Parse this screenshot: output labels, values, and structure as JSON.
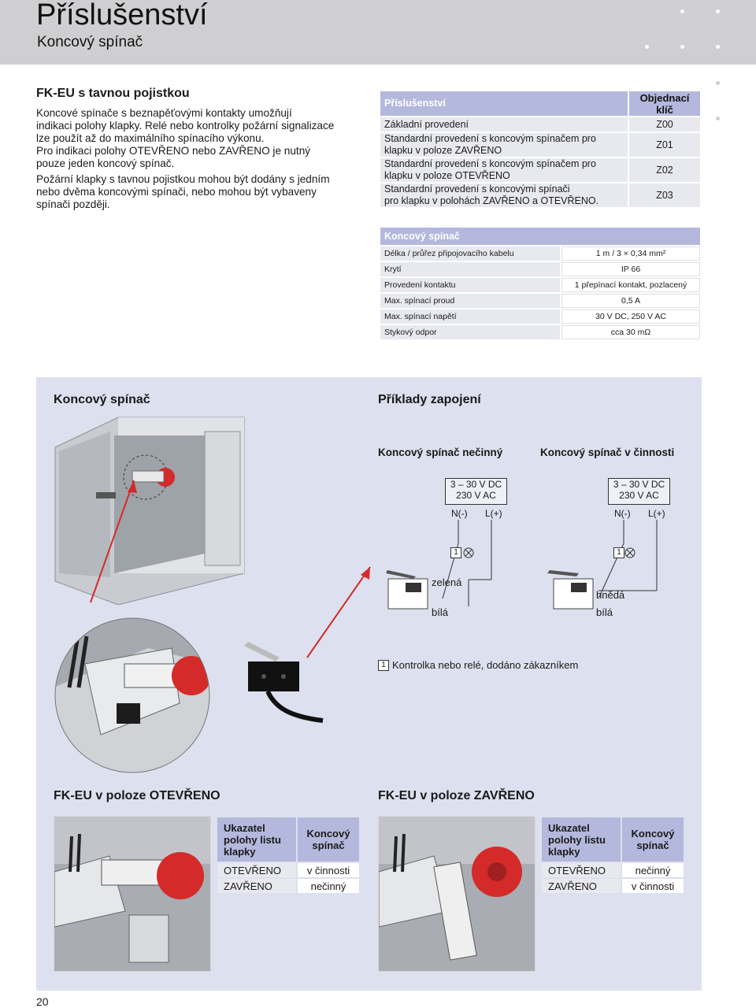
{
  "header": {
    "title": "Příslušenství",
    "subtitle": "Koncový spínač"
  },
  "intro": {
    "title": "FK-EU s tavnou pojistkou",
    "p1_lines": [
      "Koncové spínače s beznapěťovými kontakty umožňují",
      "indikaci polohy klapky. Relé nebo kontrolky požární signalizace",
      "lze použít až do maximálního spínacího výkonu.",
      "Pro indikaci polohy OTEVŘENO nebo ZAVŘENO je nutný",
      "pouze jeden koncový spínač."
    ],
    "p2_lines": [
      "Požární klapky s tavnou pojistkou mohou být dodány s jedním",
      "nebo dvěma koncovými spínači, nebo mohou být vybaveny",
      "spínači později."
    ]
  },
  "accessories": {
    "header_left": "Příslušenství",
    "header_right": "Objednací klíč",
    "rows": [
      {
        "lines": [
          "Základní provedení"
        ],
        "code": "Z00"
      },
      {
        "lines": [
          "Standardní provedení s koncovým spínačem pro",
          "klapku v poloze ZAVŘENO"
        ],
        "code": "Z01"
      },
      {
        "lines": [
          "Standardní provedení s koncovým spínačem pro",
          "klapku v poloze OTEVŘENO"
        ],
        "code": "Z02"
      },
      {
        "lines": [
          "Standardní provedení s koncovými spínači",
          "pro klapku v polohách ZAVŘENO a OTEVŘENO."
        ],
        "code": "Z03"
      }
    ]
  },
  "switch_spec": {
    "header": "Koncový spínač",
    "rows": [
      {
        "label": "Délka / průřez připojovacího kabelu",
        "value": "1 m / 3 × 0,34 mm²"
      },
      {
        "label": "Krytí",
        "value": "IP 66"
      },
      {
        "label": "Provedení kontaktu",
        "value": "1 přepínací kontakt, pozlacený"
      },
      {
        "label": "Max. spínací proud",
        "value": "0,5 A"
      },
      {
        "label": "Max. spínací napětí",
        "value": "30 V DC, 250 V AC"
      },
      {
        "label": "Stykový odpor",
        "value": "cca 30 mΩ"
      }
    ]
  },
  "section": {
    "left_title": "Koncový spínač",
    "right_title": "Příklady zapojení",
    "inactive_title": "Koncový spínač nečinný",
    "active_title": "Koncový spínač v činnosti",
    "supply_v1": "3 – 30 V DC",
    "supply_v2": "230 V AC",
    "neutral": "N(-)",
    "line": "L(+)",
    "marker": "1",
    "wire_green": "zelená",
    "wire_white": "bílá",
    "wire_brown": "hnědá",
    "legend": "Kontrolka nebo relé, dodáno zákazníkem"
  },
  "positions": {
    "open_title": "FK-EU v poloze OTEVŘENO",
    "closed_title": "FK-EU v poloze ZAVŘENO",
    "col1": "Ukazatel polohy listu klapky",
    "col2": "Koncový spínač",
    "open_rows": [
      {
        "a": "OTEVŘENO",
        "b": "v činnosti"
      },
      {
        "a": "ZAVŘENO",
        "b": "nečinný"
      }
    ],
    "closed_rows": [
      {
        "a": "OTEVŘENO",
        "b": "nečinný"
      },
      {
        "a": "ZAVŘENO",
        "b": "v činnosti"
      }
    ]
  },
  "page_number": "20",
  "colors": {
    "header_gray": "#cfcfd1",
    "table_blue": "#b4b8dc",
    "row_gray": "#e8e9ef",
    "panel_blue": "#dde0ee",
    "indicator_red": "#d42a2a"
  }
}
